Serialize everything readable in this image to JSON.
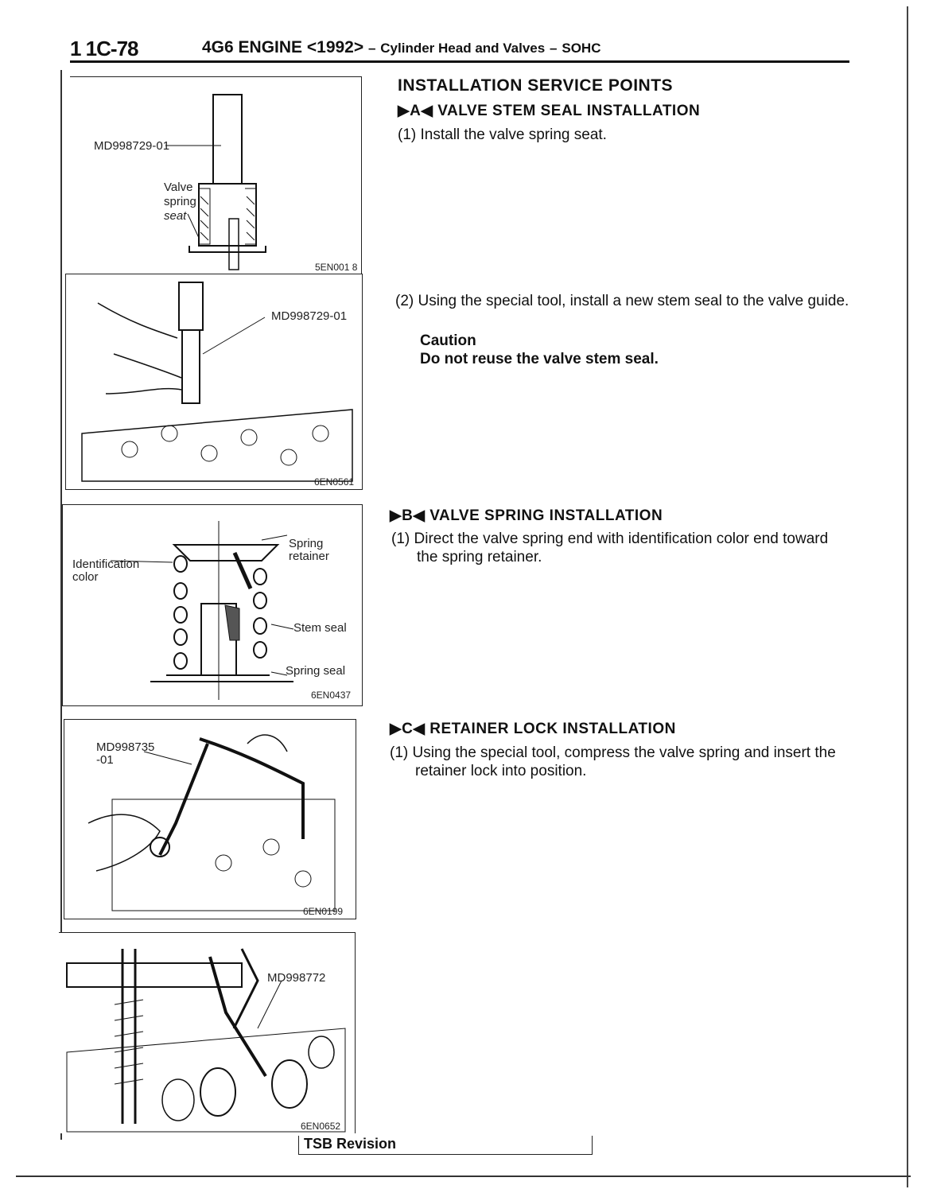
{
  "header": {
    "page_number": "1 1C-78",
    "engine": "4G6 ENGINE <1992>",
    "dash1": "–",
    "section": "Cylinder Head and Valves",
    "dash2": "–",
    "variant": "SOHC"
  },
  "main": {
    "section_title": "INSTALLATION SERVICE POINTS",
    "step_a": {
      "marker": "▶A◀",
      "title": "VALVE STEM SEAL INSTALLATION",
      "item1": "(1) Install the valve spring seat.",
      "item2": "(2) Using the special tool, install a new stem seal to the valve guide.",
      "caution_label": "Caution",
      "caution_text": "Do not reuse the valve stem seal."
    },
    "step_b": {
      "marker": "▶B◀",
      "title": "VALVE SPRING INSTALLATION",
      "item1": "(1) Direct the valve spring end with identification color end toward the spring retainer."
    },
    "step_c": {
      "marker": "▶C◀",
      "title": "RETAINER LOCK INSTALLATION",
      "item1": "(1) Using the special tool, compress the valve spring and insert the retainer lock into position."
    }
  },
  "figures": {
    "fig1": {
      "tool": "MD998729-01",
      "part1": "Valve",
      "part2": "spring",
      "part3": "seat",
      "id": "5EN001 8"
    },
    "fig2": {
      "tool": "MD998729-01",
      "id": "6EN0561"
    },
    "fig3": {
      "part_retainer1": "Spring",
      "part_retainer2": "retainer",
      "id_color1": "Identification",
      "id_color2": "color",
      "stem_seal": "Stem seal",
      "spring_seal": "Spring seal",
      "id": "6EN0437"
    },
    "fig4": {
      "tool1": "MD998735",
      "tool2": "-01",
      "id": "6EN0199"
    },
    "fig5": {
      "tool": "MD998772",
      "id": "6EN0652"
    }
  },
  "footer": {
    "tsb": "TSB Revision"
  }
}
